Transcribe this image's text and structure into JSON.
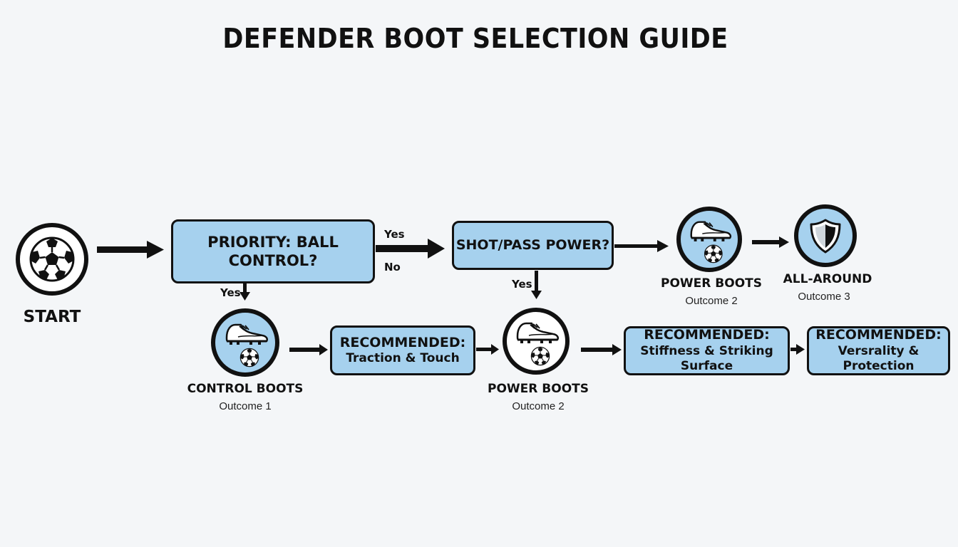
{
  "title": "DEFENDER BOOT SELECTION GUIDE",
  "start": {
    "label": "START",
    "icon": "soccer-ball-icon"
  },
  "decisions": {
    "ball_control": "PRIORITY: BALL CONTROL?",
    "shot_pass_power": "SHOT/PASS POWER?"
  },
  "edge_labels": {
    "ball_control_yes_right": "Yes",
    "ball_control_no": "No",
    "ball_control_yes_down": "Yes",
    "power_yes_down": "Yes"
  },
  "outcomes": {
    "control_boots": {
      "label": "CONTROL BOOTS",
      "sub": "Outcome 1",
      "icon": "boot-and-ball-icon"
    },
    "power_boots_bottom": {
      "label": "POWER BOOTS",
      "sub": "Outcome 2",
      "icon": "boot-and-ball-icon"
    },
    "power_boots_top": {
      "label": "POWER BOOTS",
      "sub": "Outcome 2",
      "icon": "boot-and-ball-icon"
    },
    "all_around": {
      "label": "ALL-AROUND",
      "sub": "Outcome 3",
      "icon": "shield-icon"
    }
  },
  "recommendations": {
    "control": {
      "heading": "RECOMMENDED:",
      "detail": "Traction & Touch"
    },
    "power": {
      "heading": "RECOMMENDED:",
      "detail": "Stiffness & Striking Surface"
    },
    "all_around": {
      "heading": "RECOMMENDED:",
      "detail": "Versrality & Protection"
    }
  },
  "colors": {
    "box_fill": "#a6d1ee",
    "outline": "#111111",
    "background": "#f4f6f8"
  }
}
